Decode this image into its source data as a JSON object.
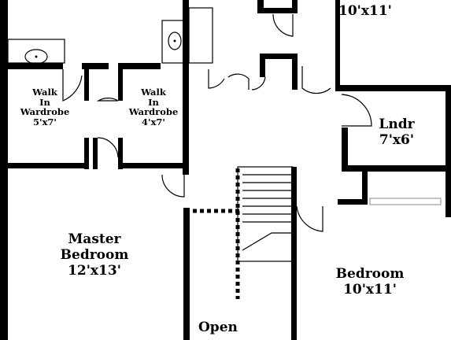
{
  "rooms": {
    "top_room_dims": "10'x11'",
    "walk_in_left": {
      "line1": "Walk",
      "line2": "In",
      "line3": "Wardrobe",
      "dims": "5'x7'"
    },
    "walk_in_right": {
      "line1": "Walk",
      "line2": "In",
      "line3": "Wardrobe",
      "dims": "4'x7'"
    },
    "laundry": {
      "name": "Lndr",
      "dims": "7'x6'"
    },
    "master_bedroom": {
      "name1": "Master",
      "name2": "Bedroom",
      "dims": "12'x13'"
    },
    "bedroom": {
      "name": "Bedroom",
      "dims": "10'x11'"
    },
    "open": {
      "name": "Open"
    }
  }
}
